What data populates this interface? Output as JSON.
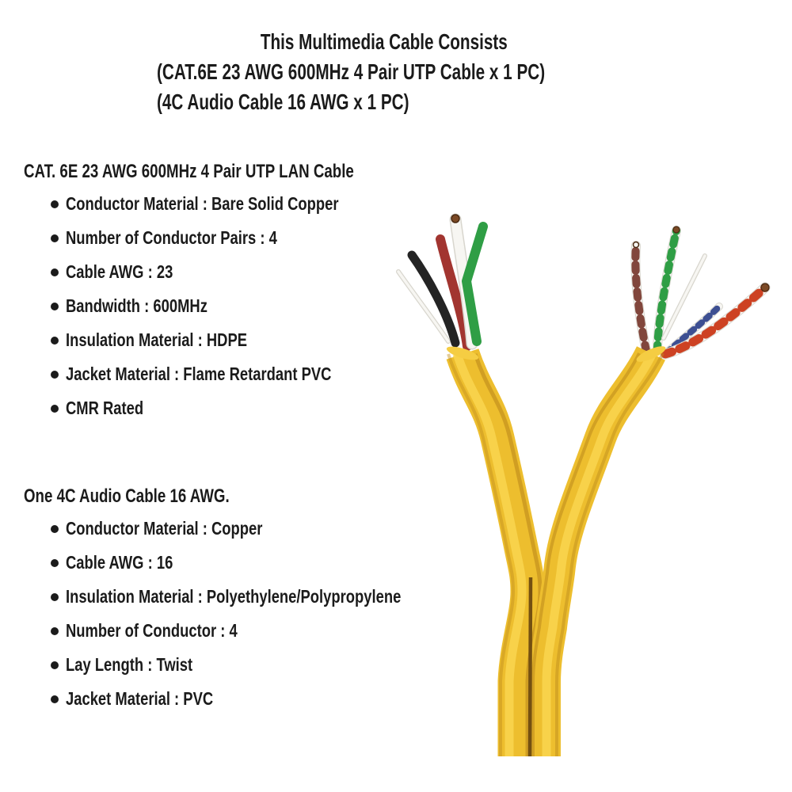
{
  "page": {
    "background": "#FFFFFF",
    "text_color": "#1B1B1B"
  },
  "title": {
    "line1": "This Multimedia Cable Consists",
    "line2": "(CAT.6E 23 AWG 600MHz 4 Pair UTP Cable x 1 PC)",
    "line3": "(4C Audio Cable 16 AWG x 1 PC)"
  },
  "sections": [
    {
      "heading": "CAT. 6E 23 AWG 600MHz 4 Pair UTP LAN Cable",
      "bullets": [
        "Conductor Material : Bare Solid Copper",
        "Number of Conductor Pairs : 4",
        "Cable AWG : 23",
        "Bandwidth : 600MHz",
        "Insulation Material : HDPE",
        "Jacket Material : Flame Retardant PVC",
        "CMR Rated"
      ]
    },
    {
      "heading": "One 4C Audio Cable 16 AWG.",
      "bullets": [
        "Conductor Material : Copper",
        "Cable AWG : 16",
        "Insulation Material : Polyethylene/Polypropylene",
        "Number of Conductor : 4",
        "Lay Length : Twist",
        "Jacket Material : PVC"
      ]
    }
  ],
  "photo": {
    "alt": "Two yellow-jacketed cables joined in a Y shape with stripped ends exposing inner wires",
    "colors": {
      "jacket_yellow": "#EDBE2E",
      "jacket_highlight": "#F8D44E",
      "jacket_shadow": "#C08E1C",
      "jacket_cut": "#F5CD43",
      "seam_dark": "#6E4A10",
      "wire_black": "#242424",
      "wire_red": "#A23530",
      "wire_white": "#F7F6F2",
      "wire_white_edge": "#D8D6CE",
      "wire_green": "#2F9E45",
      "pair_brown": "#81463C",
      "pair_orange_red": "#CD4223",
      "pair_blue": "#3D4F92",
      "copper": "#7C4A26",
      "copper_dark": "#4A2A12"
    },
    "left_cable_wires": [
      "white string",
      "black",
      "red",
      "white",
      "green"
    ],
    "right_cable_wires": [
      "brown-white twisted pair",
      "green-white twisted pair",
      "white string",
      "blue-white twisted pair",
      "red-white twisted pair"
    ]
  }
}
